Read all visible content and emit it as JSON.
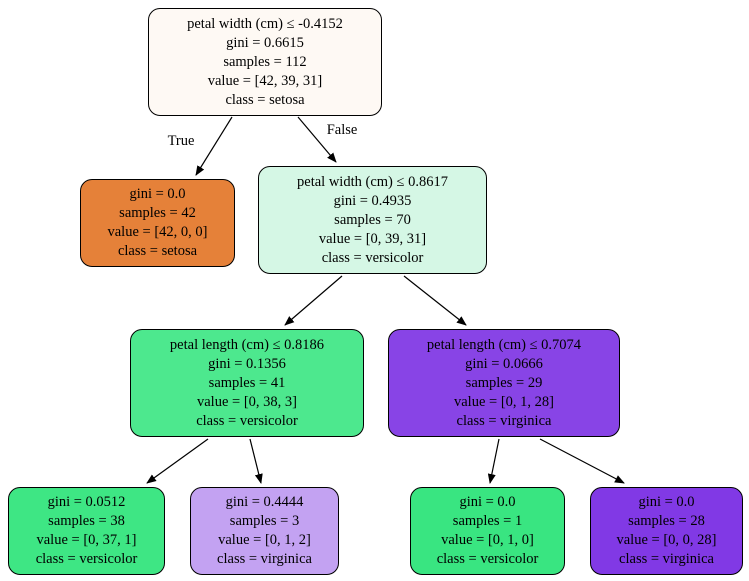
{
  "diagram_title": "decision-tree",
  "nodes": [
    {
      "id": "root",
      "role": "split-node",
      "lines": [
        "petal width (cm) ≤ -0.4152",
        "gini = 0.6615",
        "samples = 112",
        "value = [42, 39, 31]",
        "class = setosa"
      ],
      "color": "#fef9f4"
    },
    {
      "id": "setosa-leaf",
      "role": "leaf-node",
      "lines": [
        "gini = 0.0",
        "samples = 42",
        "value = [42, 0, 0]",
        "class = setosa"
      ],
      "color": "#e58139"
    },
    {
      "id": "versicolor-split",
      "role": "split-node",
      "lines": [
        "petal width (cm) ≤ 0.8617",
        "gini = 0.4935",
        "samples = 70",
        "value = [0, 39, 31]",
        "class = versicolor"
      ],
      "color": "#d5f7e5"
    },
    {
      "id": "versicolor-split-2",
      "role": "split-node",
      "lines": [
        "petal length (cm) ≤ 0.8186",
        "gini = 0.1356",
        "samples = 41",
        "value = [0, 38, 3]",
        "class = versicolor"
      ],
      "color": "#4de88e"
    },
    {
      "id": "virginica-split",
      "role": "split-node",
      "lines": [
        "petal length (cm) ≤ 0.7074",
        "gini = 0.0666",
        "samples = 29",
        "value = [0, 1, 28]",
        "class = virginica"
      ],
      "color": "#8844e6"
    },
    {
      "id": "versicolor-leaf-1",
      "role": "leaf-node",
      "lines": [
        "gini = 0.0512",
        "samples = 38",
        "value = [0, 37, 1]",
        "class = versicolor"
      ],
      "color": "#3ee684"
    },
    {
      "id": "virginica-leaf-1",
      "role": "leaf-node",
      "lines": [
        "gini = 0.4444",
        "samples = 3",
        "value = [0, 1, 2]",
        "class = virginica"
      ],
      "color": "#c3a2f2"
    },
    {
      "id": "versicolor-leaf-2",
      "role": "leaf-node",
      "lines": [
        "gini = 0.0",
        "samples = 1",
        "value = [0, 1, 0]",
        "class = versicolor"
      ],
      "color": "#39e581"
    },
    {
      "id": "virginica-leaf-2",
      "role": "leaf-node",
      "lines": [
        "gini = 0.0",
        "samples = 28",
        "value = [0, 0, 28]",
        "class = virginica"
      ],
      "color": "#8139e5"
    }
  ],
  "edges": [
    {
      "from": "root",
      "to": "setosa-leaf",
      "label": "True"
    },
    {
      "from": "root",
      "to": "versicolor-split",
      "label": "False"
    },
    {
      "from": "versicolor-split",
      "to": "versicolor-split-2",
      "label": ""
    },
    {
      "from": "versicolor-split",
      "to": "virginica-split",
      "label": ""
    },
    {
      "from": "versicolor-split-2",
      "to": "versicolor-leaf-1",
      "label": ""
    },
    {
      "from": "versicolor-split-2",
      "to": "virginica-leaf-1",
      "label": ""
    },
    {
      "from": "virginica-split",
      "to": "versicolor-leaf-2",
      "label": ""
    },
    {
      "from": "virginica-split",
      "to": "virginica-leaf-2",
      "label": ""
    }
  ]
}
